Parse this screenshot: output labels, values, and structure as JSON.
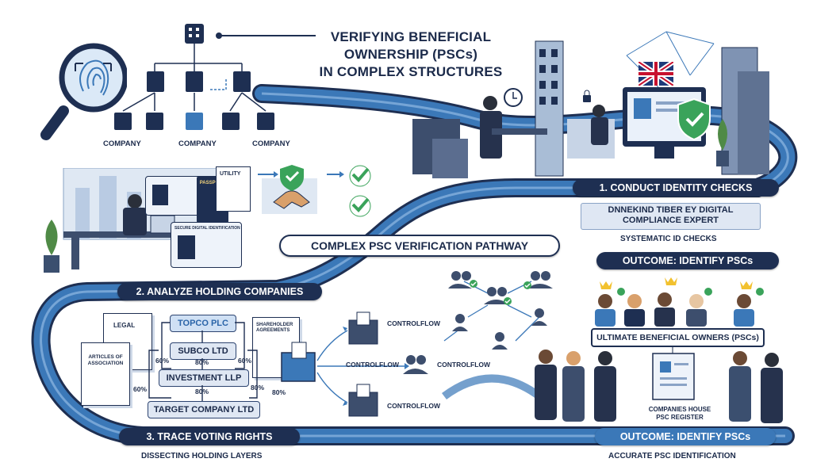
{
  "title": {
    "line1": "VERIFYING BENEFICIAL",
    "line2": "OWNERSHIP (PSCs)",
    "line3": "IN COMPLEX STRUCTURES"
  },
  "org_chart": {
    "company_labels": [
      "COMPANY",
      "COMPANY",
      "COMPANY"
    ]
  },
  "central_banner": "COMPLEX PSC VERIFICATION PATHWAY",
  "step1": {
    "label": "1. CONDUCT IDENTITY CHECKS",
    "caption_line1": "DNNEKIND TIBER EY DIGITAL",
    "caption_line2": "COMPLIANCE EXPERT",
    "sub": "SYSTEMATIC ID CHECKS"
  },
  "step2": {
    "label": "2. ANALYZE HOLDING COMPANIES"
  },
  "step3": {
    "label": "3. TRACE VOTING RIGHTS",
    "sub": "DISSECTING HOLDING LAYERS"
  },
  "documents": {
    "utility": "UTILITY",
    "passport": "PASSPORT",
    "id_card": "SECURE DIGITAL IDENTIFICATION",
    "legal": "LEGAL",
    "articles": "ARTICLES OF ASSOCIATION",
    "shareholder": "SHAREHOLDER AGREEMENTS"
  },
  "structure": {
    "topco": "TOPCO PLC",
    "subco": "SUBCO LTD",
    "investment": "INVESTMENT LLP",
    "target": "TARGET COMPANY LTD",
    "pct_60": "60%",
    "pct_80": "80%"
  },
  "control_flow": {
    "label": "CONTROLFLOW"
  },
  "outcome_top": {
    "label": "OUTCOME: IDENTIFY PSCs",
    "ubo_label": "ULTIMATE BENEFICIAL OWNERS (PSCs)",
    "register_line1": "COMPANIES HOUSE",
    "register_line2": "PSC REGISTER"
  },
  "outcome_bottom": {
    "label": "OUTCOME: IDENTIFY PSCs",
    "sub": "ACCURATE PSC IDENTIFICATION"
  },
  "colors": {
    "navy": "#1e2f52",
    "path_blue": "#3b78b8",
    "light_blue": "#cfe0f4",
    "check_green": "#3aa35a",
    "crown_gold": "#f2c12e"
  },
  "icons": [
    "magnifier-fingerprint-icon",
    "building-icon",
    "handshake-icon",
    "shield-check-icon",
    "ballot-box-icon",
    "crown-icon",
    "uk-flag-icon",
    "monitor-icon",
    "document-icon",
    "person-group-icon",
    "clock-icon",
    "lock-icon",
    "plant-icon"
  ]
}
